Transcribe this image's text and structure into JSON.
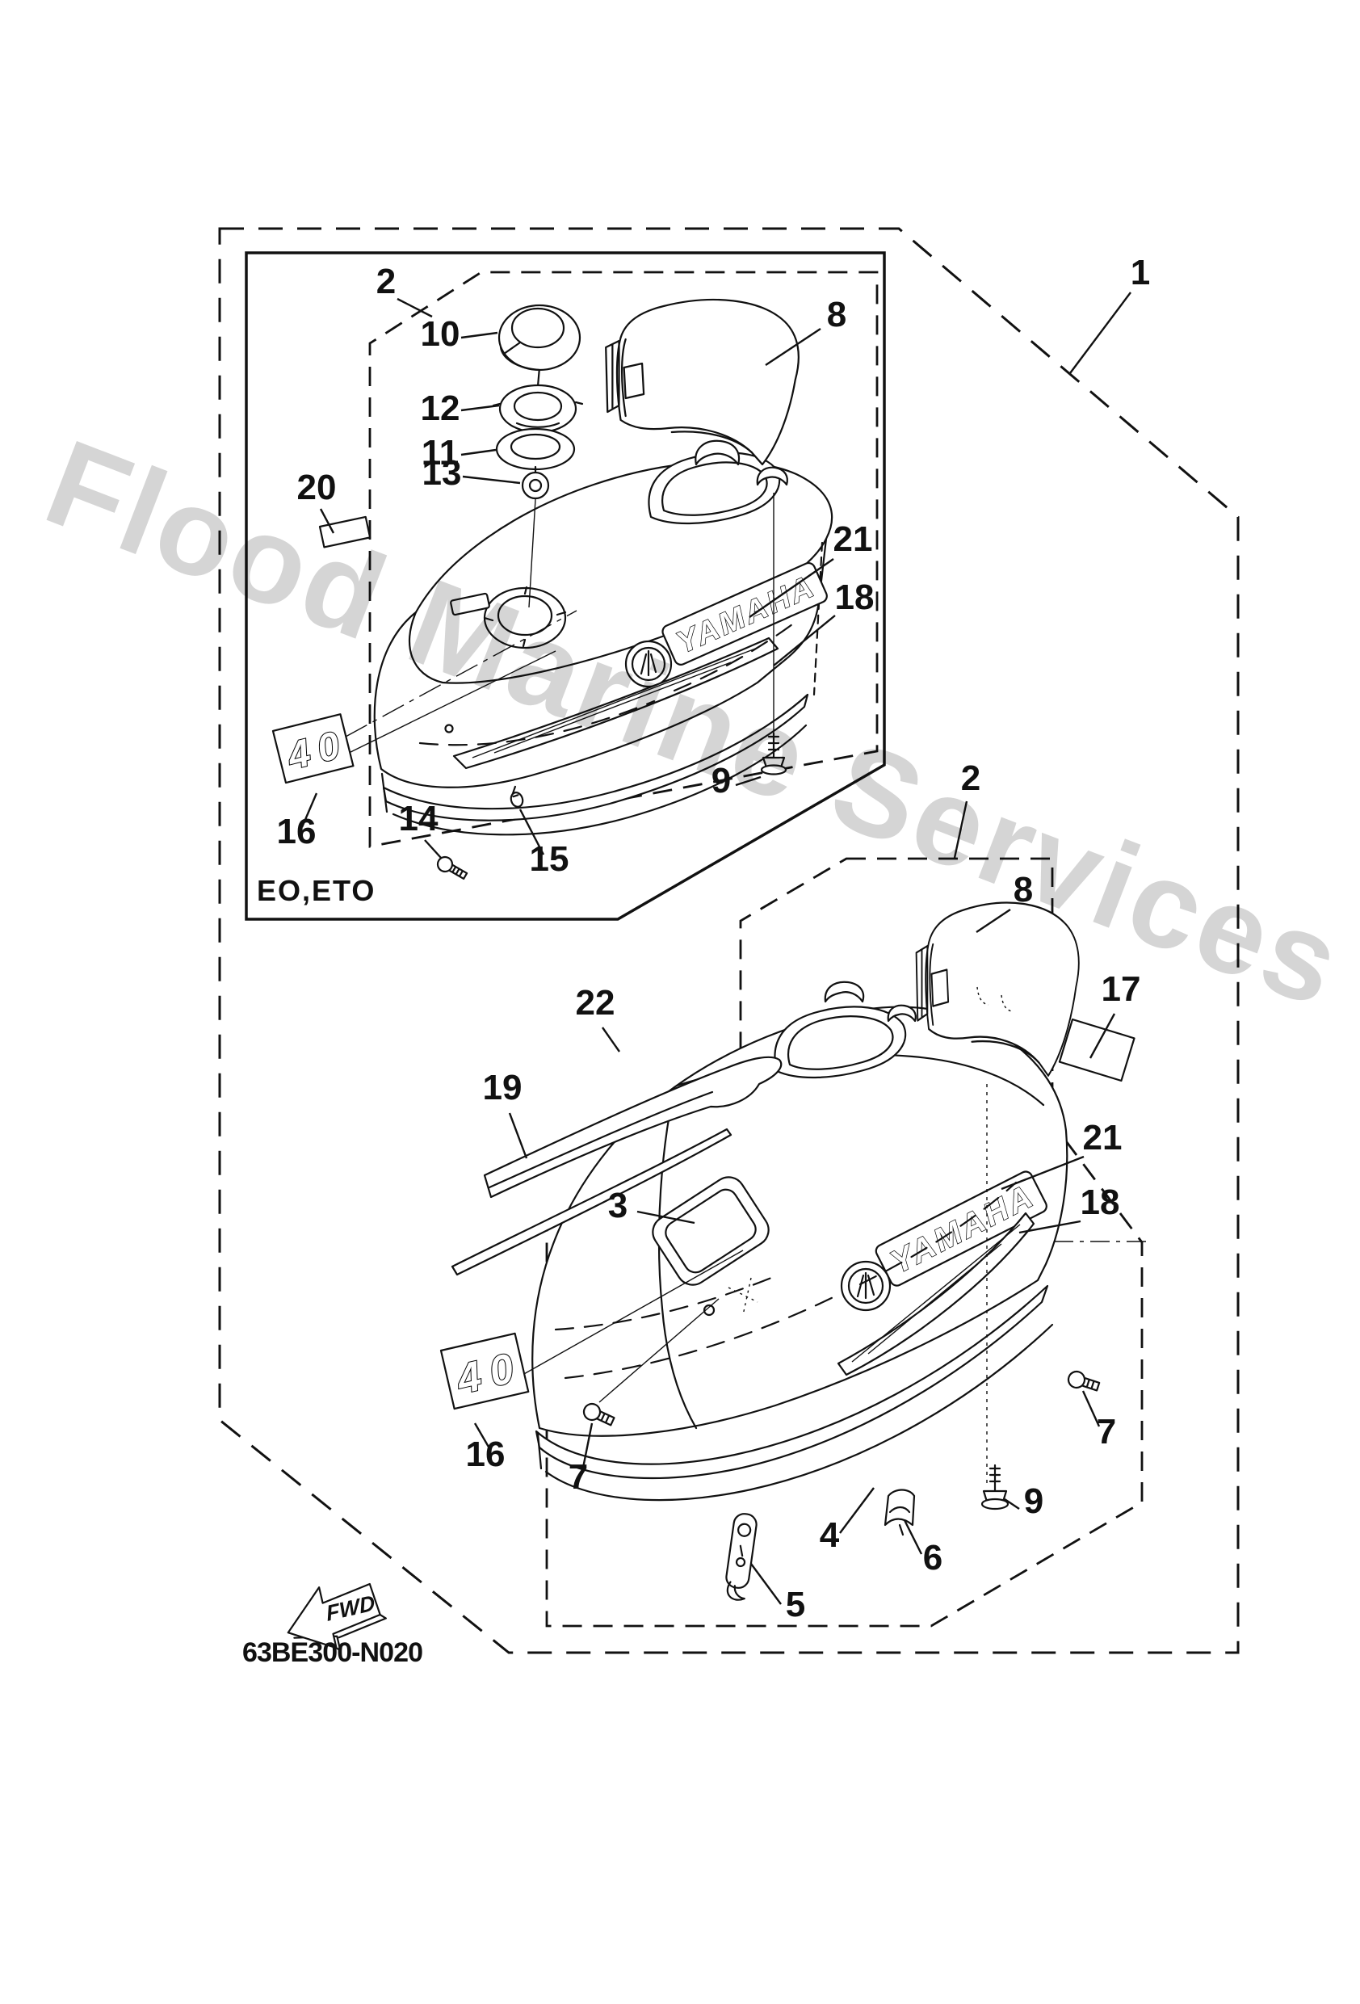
{
  "watermark": {
    "text": "Flood Marine Services",
    "color": "#cbcbcb"
  },
  "border_labels": {
    "variant": "EO,ETO",
    "drawing_code": "63BE300-N020",
    "fwd": "FWD"
  },
  "emblems": {
    "brand": "YAMAHA",
    "model": "40"
  },
  "callouts": [
    {
      "n": "1"
    },
    {
      "n": "2"
    },
    {
      "n": "10"
    },
    {
      "n": "12"
    },
    {
      "n": "11"
    },
    {
      "n": "13"
    },
    {
      "n": "20"
    },
    {
      "n": "8"
    },
    {
      "n": "21"
    },
    {
      "n": "18"
    },
    {
      "n": "9"
    },
    {
      "n": "16"
    },
    {
      "n": "14"
    },
    {
      "n": "15"
    },
    {
      "n": "2"
    },
    {
      "n": "8"
    },
    {
      "n": "17"
    },
    {
      "n": "22"
    },
    {
      "n": "19"
    },
    {
      "n": "3"
    },
    {
      "n": "21"
    },
    {
      "n": "18"
    },
    {
      "n": "16"
    },
    {
      "n": "7"
    },
    {
      "n": "4"
    },
    {
      "n": "5"
    },
    {
      "n": "6"
    },
    {
      "n": "9"
    },
    {
      "n": "7"
    }
  ]
}
